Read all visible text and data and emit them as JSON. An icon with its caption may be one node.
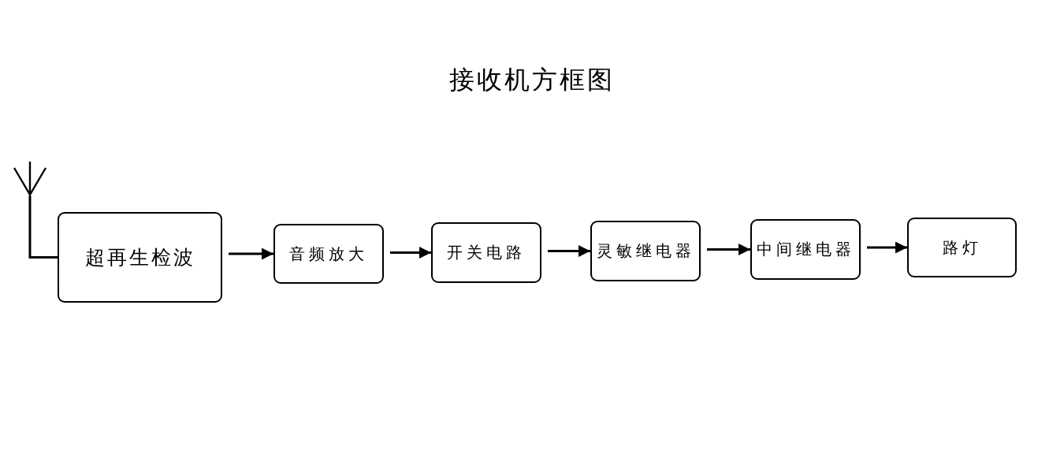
{
  "diagram": {
    "title": "接收机方框图",
    "nodes": [
      {
        "text": [],
        "shape": "picture"
      },
      {
        "text": [
          "超再生检波"
        ]
      },
      {
        "text": [
          "音频放大"
        ]
      },
      {
        "text": [
          "开关电路"
        ]
      },
      {
        "text": [
          "灵敏继电器"
        ]
      },
      {
        "text": [
          "中间继电器"
        ]
      },
      {
        "text": [
          "路灯"
        ]
      }
    ],
    "edges": [
      {
        "from": 0,
        "to": 1,
        "arrow": "none"
      },
      {
        "from": 1,
        "to": 2,
        "arrow": "to"
      },
      {
        "from": 2,
        "to": 3,
        "arrow": "to"
      },
      {
        "from": 3,
        "to": 4,
        "arrow": "to"
      },
      {
        "from": 4,
        "to": 5,
        "arrow": "to"
      },
      {
        "from": 5,
        "to": 6,
        "arrow": "to"
      }
    ]
  }
}
